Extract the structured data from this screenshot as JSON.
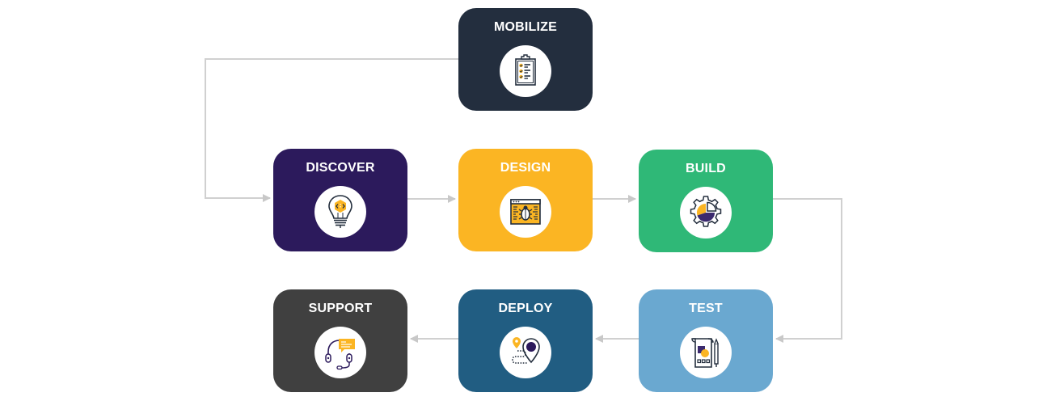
{
  "diagram": {
    "type": "process-flow",
    "colors": {
      "connector": "#cccccc",
      "icon_dark": "#232e3d",
      "icon_accent": "#fbb523",
      "icon_purple": "#2c1a5c"
    },
    "steps": [
      {
        "id": "mobilize",
        "label": "MOBILIZE",
        "icon": "clipboard-checklist-icon",
        "color": "#232e3e"
      },
      {
        "id": "discover",
        "label": "DISCOVER",
        "icon": "lightbulb-code-icon",
        "color": "#2c1a5c"
      },
      {
        "id": "design",
        "label": "DESIGN",
        "icon": "browser-bug-icon",
        "color": "#fbb523"
      },
      {
        "id": "build",
        "label": "BUILD",
        "icon": "gear-pie-chart-icon",
        "color": "#2fb877"
      },
      {
        "id": "test",
        "label": "TEST",
        "icon": "document-pencil-icon",
        "color": "#6aa8d0"
      },
      {
        "id": "deploy",
        "label": "DEPLOY",
        "icon": "map-route-pin-icon",
        "color": "#215d82"
      },
      {
        "id": "support",
        "label": "SUPPORT",
        "icon": "headset-chat-icon",
        "color": "#404040"
      }
    ],
    "flow": [
      {
        "from": "mobilize",
        "to": "discover"
      },
      {
        "from": "discover",
        "to": "design"
      },
      {
        "from": "design",
        "to": "build"
      },
      {
        "from": "build",
        "to": "test"
      },
      {
        "from": "test",
        "to": "deploy"
      },
      {
        "from": "deploy",
        "to": "support"
      }
    ]
  }
}
